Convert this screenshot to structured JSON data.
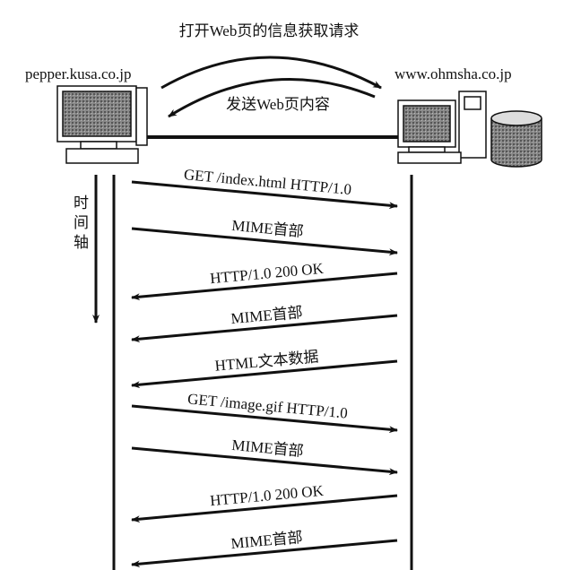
{
  "top_request_label": "打开Web页的信息获取请求",
  "top_response_label": "发送Web页内容",
  "client_host": "pepper.kusa.co.jp",
  "server_host": "www.ohmsha.co.jp",
  "time_axis_label": [
    "时",
    "间",
    "轴"
  ],
  "messages": [
    {
      "label": "GET /index.html HTTP/1.0",
      "direction": "to-server"
    },
    {
      "label": "MIME首部",
      "direction": "to-server"
    },
    {
      "label": "HTTP/1.0 200 OK",
      "direction": "to-client"
    },
    {
      "label": "MIME首部",
      "direction": "to-client"
    },
    {
      "label": "HTML文本数据",
      "direction": "to-client"
    },
    {
      "label": "GET /image.gif  HTTP/1.0",
      "direction": "to-server"
    },
    {
      "label": "MIME首部",
      "direction": "to-server"
    },
    {
      "label": "HTTP/1.0 200 OK",
      "direction": "to-client"
    },
    {
      "label": "MIME首部",
      "direction": "to-client"
    }
  ]
}
